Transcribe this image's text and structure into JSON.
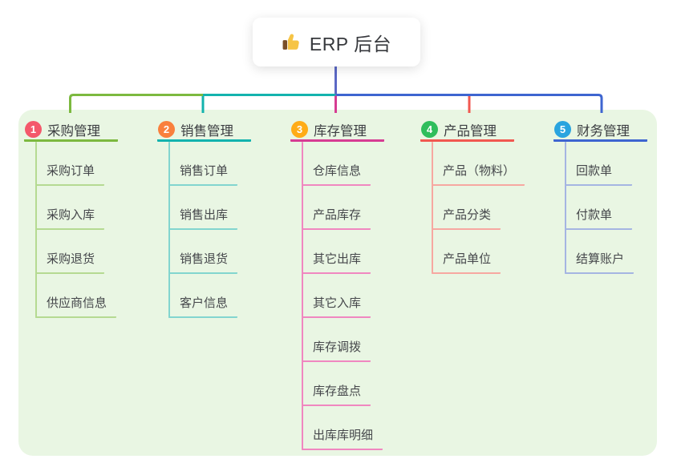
{
  "root": {
    "icon": "thumbs-up",
    "label": "ERP 后台"
  },
  "colors": {
    "panel_background": "#E9F6E3",
    "root_connector": "#5B68C5",
    "thumb_hand": "#F6C445",
    "thumb_sleeve": "#7A4F28"
  },
  "branches": [
    {
      "index": "1",
      "label": "采购管理",
      "circle_color": "#F4586B",
      "line_color": "#7CB93F",
      "leaf_line_color": "#B5DA92",
      "children": [
        "采购订单",
        "采购入库",
        "采购退货",
        "供应商信息"
      ]
    },
    {
      "index": "2",
      "label": "销售管理",
      "circle_color": "#F9803D",
      "line_color": "#13B3AE",
      "leaf_line_color": "#82D5CF",
      "children": [
        "销售订单",
        "销售出库",
        "销售退货",
        "客户信息"
      ]
    },
    {
      "index": "3",
      "label": "库存管理",
      "circle_color": "#FFAC17",
      "line_color": "#D63C93",
      "leaf_line_color": "#F087C0",
      "children": [
        "仓库信息",
        "产品库存",
        "其它出库",
        "其它入库",
        "库存调拨",
        "库存盘点",
        "出库库明细"
      ]
    },
    {
      "index": "4",
      "label": "产品管理",
      "circle_color": "#2FBE5C",
      "line_color": "#F15850",
      "leaf_line_color": "#F7A8A1",
      "children": [
        "产品（物料）",
        "产品分类",
        "产品单位"
      ]
    },
    {
      "index": "5",
      "label": "财务管理",
      "circle_color": "#29A4DF",
      "line_color": "#3E65D0",
      "leaf_line_color": "#A5B5E2",
      "children": [
        "回款单",
        "付款单",
        "结算账户"
      ]
    }
  ]
}
